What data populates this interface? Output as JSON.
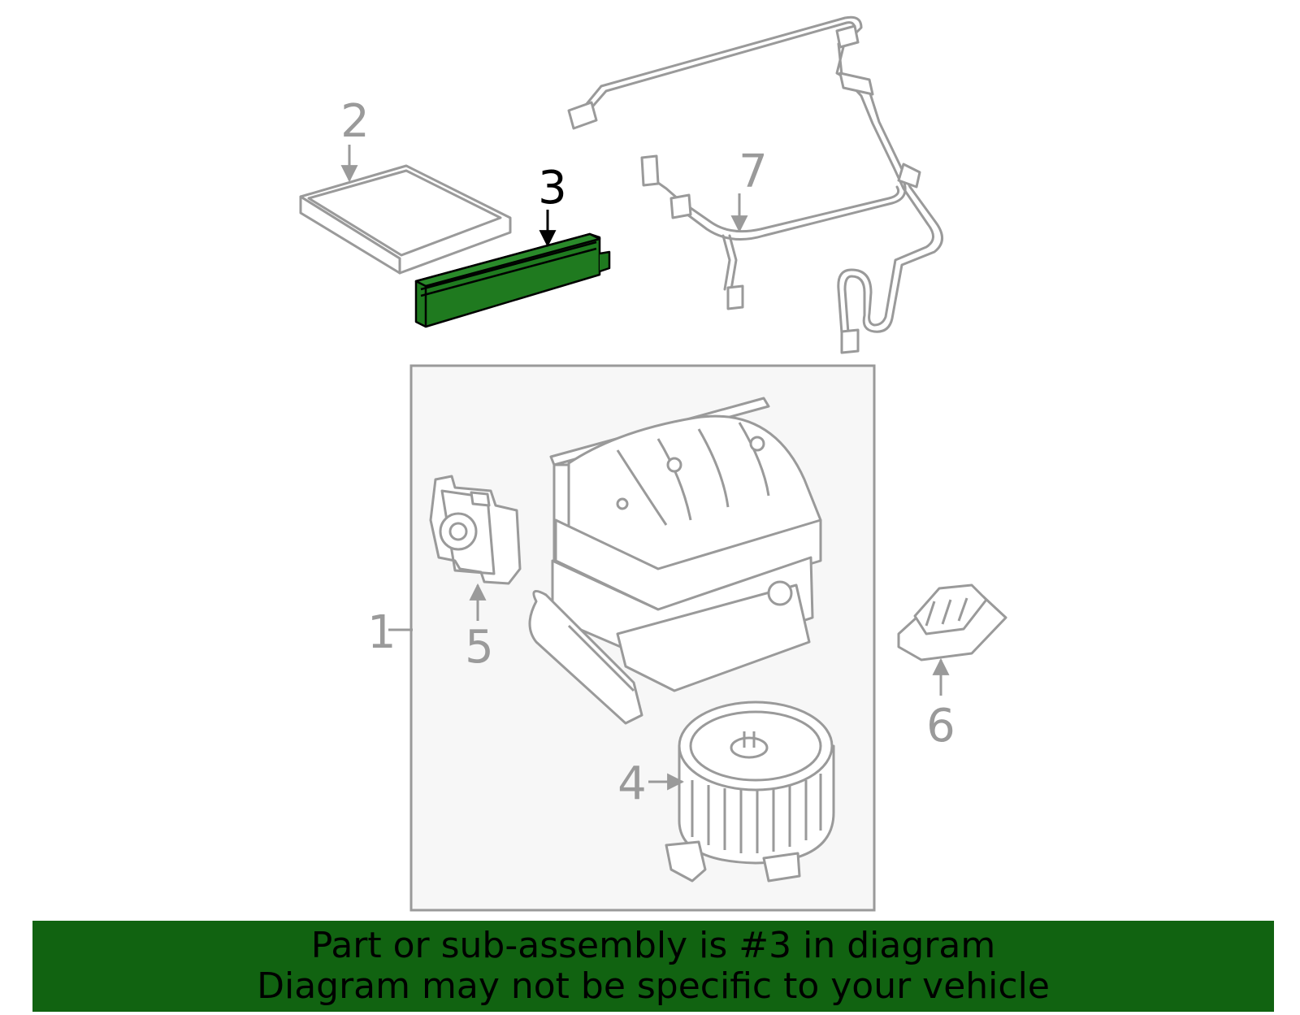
{
  "callouts": {
    "c1": "1",
    "c2": "2",
    "c3": "3",
    "c4": "4",
    "c5": "5",
    "c6": "6",
    "c7": "7"
  },
  "highlighted_part": "3",
  "colors": {
    "line": "#9a9a9a",
    "highlight_fill": "#1f7a1f",
    "highlight_stroke": "#000000",
    "banner": "#116311",
    "box_fill": "#f7f7f7"
  },
  "banner": {
    "line1": "Part or sub-assembly is #3 in diagram",
    "line2": "Diagram may not be specific to your vehicle"
  }
}
